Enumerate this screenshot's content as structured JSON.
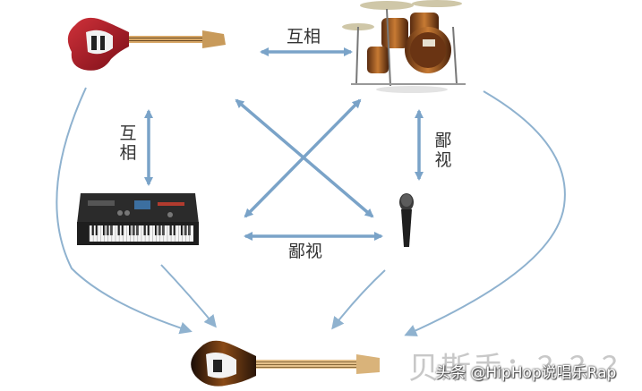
{
  "diagram": {
    "instruments": [
      {
        "id": "electric-guitar",
        "icon": "electric-guitar-icon"
      },
      {
        "id": "drum-kit",
        "icon": "drum-kit-icon"
      },
      {
        "id": "keyboard",
        "icon": "keyboard-synth-icon"
      },
      {
        "id": "microphone",
        "icon": "microphone-icon"
      },
      {
        "id": "bass-guitar",
        "icon": "bass-guitar-icon"
      }
    ],
    "labels": {
      "guitar_drums": "互相",
      "guitar_keyboard": "互相",
      "drums_mic": "鄙视",
      "keyboard_mic": "鄙视"
    },
    "bass_caption": "贝斯手：？？？",
    "watermark": "头条 @HipHop说唱乐Rap"
  },
  "colors": {
    "arrow": "#7aa3c8",
    "curve": "#8fb2cf",
    "text": "#333333"
  }
}
